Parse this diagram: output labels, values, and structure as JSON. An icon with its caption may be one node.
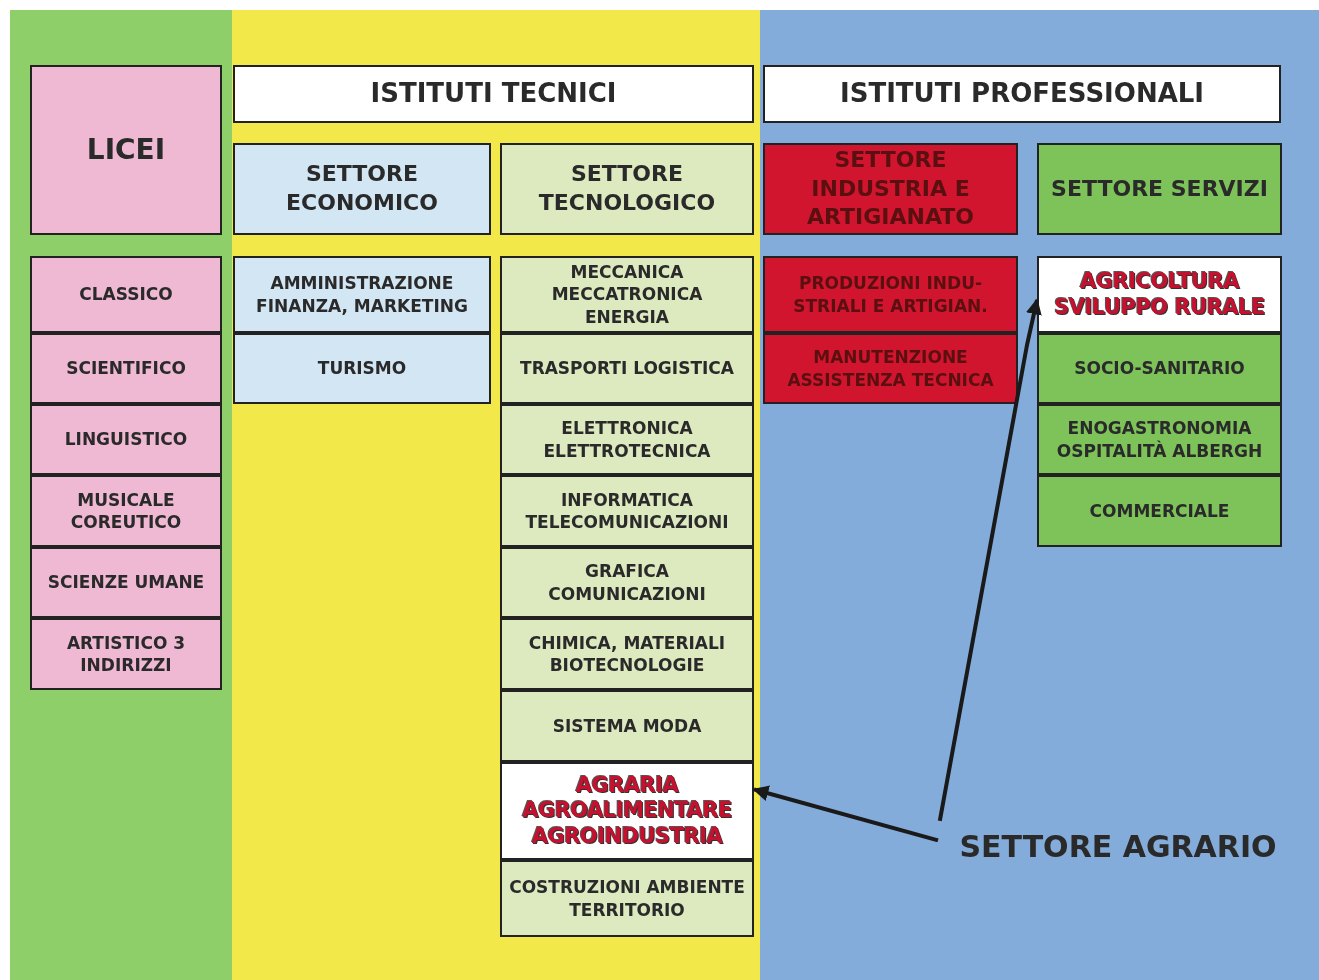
{
  "diagram": {
    "nodes": [
      {
        "text": [
          "LICEI"
        ]
      },
      {
        "text": [
          "ISTITUTI TECNICI"
        ]
      },
      {
        "text": [
          "ISTITUTI PROFESSIONALI"
        ]
      },
      {
        "text": [
          "SETTORE ECONOMICO"
        ]
      },
      {
        "text": [
          "SETTORE TECNOLOGICO"
        ]
      },
      {
        "text": [
          "SETTORE INDUSTRIA E ARTIGIANATO"
        ]
      },
      {
        "text": [
          "SETTORE SERVIZI"
        ]
      },
      {
        "text": [
          "CLASSICO"
        ]
      },
      {
        "text": [
          "AMMINISTRAZIONE FINANZA, MARKETING"
        ]
      },
      {
        "text": [
          "MECCANICA MECCATRONICA ENERGIA"
        ]
      },
      {
        "text": [
          "PRODUZIONI INDU- STRIALI E ARTIGIAN."
        ]
      },
      {
        "text": [
          "AGRICOLTURA SVILUPPO RURALE"
        ]
      },
      {
        "text": [
          "SCIENTIFICO"
        ]
      },
      {
        "text": [
          "TURISMO"
        ]
      },
      {
        "text": [
          "TRASPORTI LOGISTICA"
        ]
      },
      {
        "text": [
          "MANUTENZIONE ASSISTENZA TECNICA"
        ]
      },
      {
        "text": [
          "SOCIO-SANITARIO"
        ]
      },
      {
        "text": [
          "LINGUISTICO"
        ]
      },
      {
        "text": [
          "ELETTRONICA ELETTROTECNICA"
        ]
      },
      {
        "text": [
          "ENOGASTRONOMIA OSPITALITÀ ALBERGH"
        ]
      },
      {
        "text": [
          "MUSICALE COREUTICO"
        ]
      },
      {
        "text": [
          "INFORMATICA TELECOMUNICAZIONI"
        ]
      },
      {
        "text": [
          "COMMERCIALE"
        ]
      },
      {
        "text": [
          "SCIENZE UMANE"
        ]
      },
      {
        "text": [
          "GRAFICA COMUNICAZIONI"
        ]
      },
      {
        "text": [
          "ARTISTICO 3 INDIRIZZI"
        ]
      },
      {
        "text": [
          "CHIMICA, MATERIALI BIOTECNOLOGIE"
        ]
      },
      {
        "text": [
          "SISTEMA MODA"
        ]
      },
      {
        "text": [
          "AGRARIA AGROALIMENTARE AGROINDUSTRIA"
        ]
      },
      {
        "text": [
          "COSTRUZIONI AMBIENTE TERRITORIO"
        ]
      },
      {
        "text": [
          "SETTORE AGRARIO"
        ]
      }
    ],
    "edges": [
      {
        "from": 30,
        "to": 28,
        "arrow": "to"
      },
      {
        "from": 30,
        "to": 11,
        "arrow": "to"
      }
    ]
  }
}
